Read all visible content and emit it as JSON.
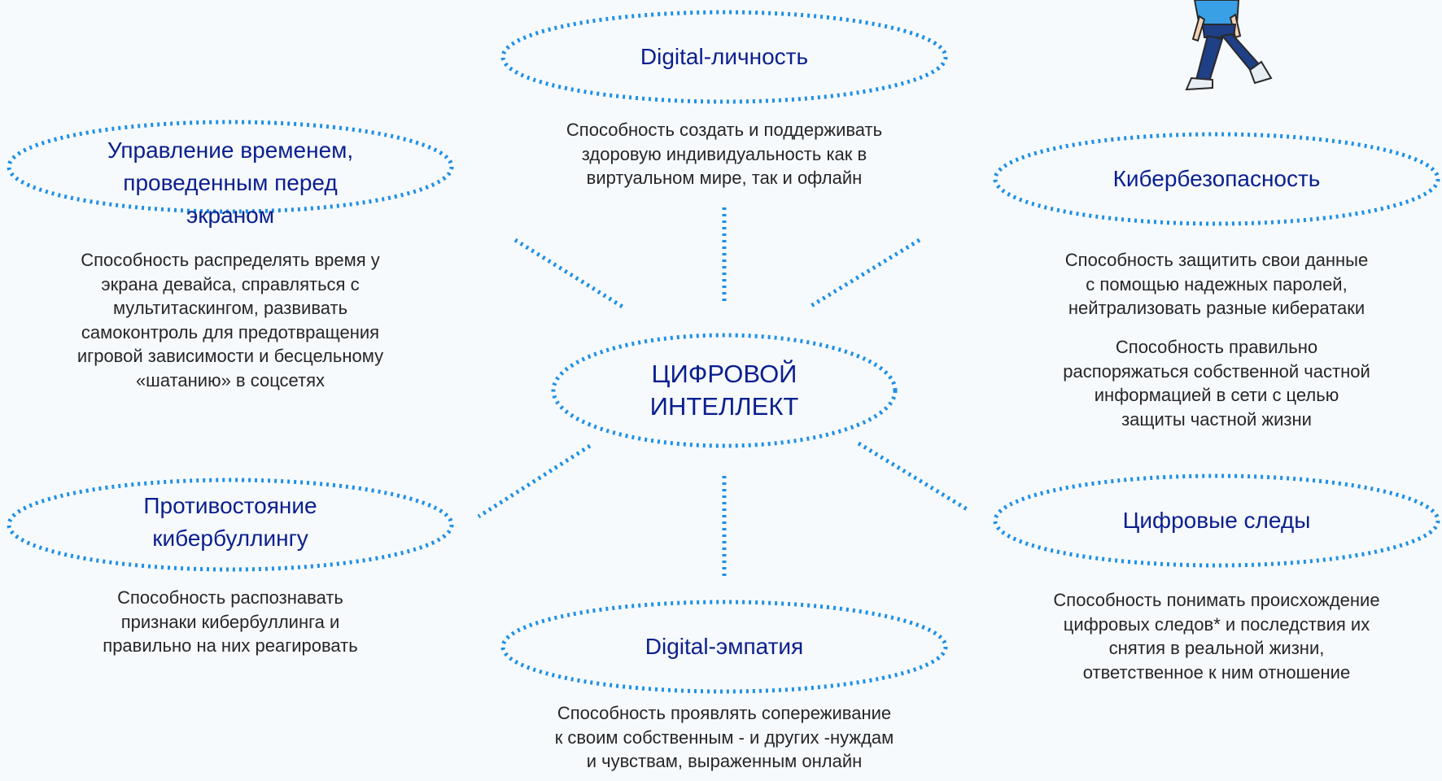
{
  "center": {
    "title_line1": "ЦИФРОВОЙ",
    "title_line2": "ИНТЕЛЛЕКТ"
  },
  "nodes": {
    "identity": {
      "title": "Digital-личность",
      "desc": [
        "Способность создать и поддерживать",
        "здоровую индивидуальность как в",
        "виртуальном мире, так и офлайн"
      ]
    },
    "screen_time": {
      "title": [
        "Управление временем,",
        "проведенным перед",
        "экраном"
      ],
      "desc": [
        "Способность распределять время у",
        "экрана девайса, справляться с",
        "мультитаскингом, развивать",
        "самоконтроль для предотвращения",
        "игровой зависимости и бесцельному",
        "«шатанию» в соцсетях"
      ]
    },
    "cybersecurity": {
      "title": "Кибербезопасность",
      "desc": [
        "Способность защитить свои данные",
        "с помощью надежных паролей,",
        "нейтрализовать разные кибератаки"
      ],
      "desc2": [
        "Способность правильно",
        "распоряжаться собственной частной",
        "информацией в сети с целью",
        "защиты частной жизни"
      ]
    },
    "cyberbullying": {
      "title": [
        "Противостояние",
        "кибербуллингу"
      ],
      "desc": [
        "Способность распознавать",
        "признаки кибербуллинга и",
        "правильно на них реагировать"
      ]
    },
    "footprints": {
      "title": "Цифровые следы",
      "desc": [
        "Способность понимать происхождение",
        "цифровых следов*  и последствия их",
        "снятия в реальной жизни,",
        "ответственное к ним отношение"
      ]
    },
    "empathy": {
      "title": "Digital-эмпатия",
      "desc": [
        "Способность проявлять сопереживание",
        "к своим собственным - и других -нуждам",
        "и чувствам, выраженным онлайн"
      ]
    }
  },
  "colors": {
    "dots": "#1e90e6",
    "title_text": "#0a1f8f",
    "body_text": "#262626",
    "background": "#f7fafd"
  },
  "icons": {
    "walker": "walking-person-illustration"
  }
}
